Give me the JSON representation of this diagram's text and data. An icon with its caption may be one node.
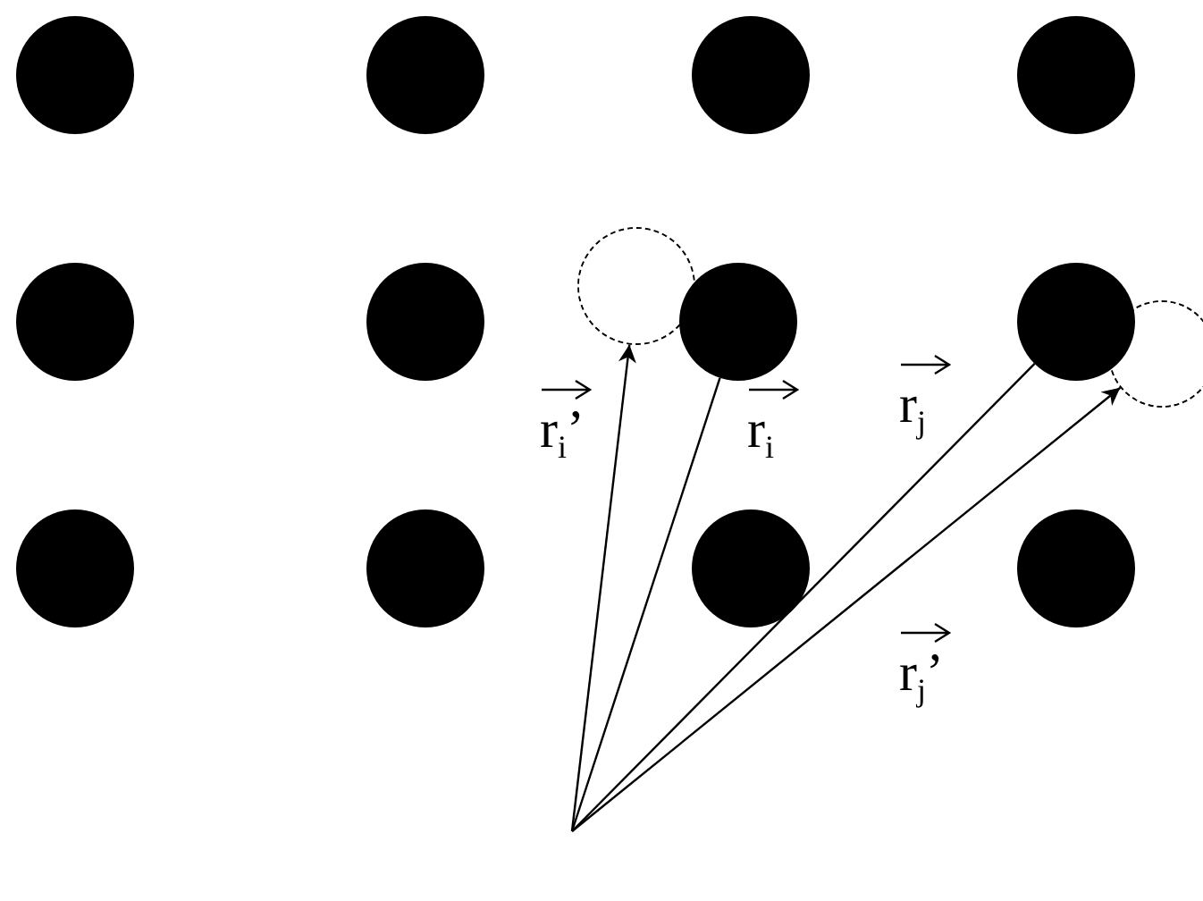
{
  "diagram": {
    "nodes": [
      {
        "text": [],
        "shape": "circle"
      },
      {
        "text": [],
        "shape": "circle"
      },
      {
        "text": [],
        "shape": "circle"
      },
      {
        "text": [],
        "shape": "circle"
      },
      {
        "text": [],
        "shape": "circle"
      },
      {
        "text": [],
        "shape": "circle"
      },
      {
        "text": [],
        "shape": "circle"
      },
      {
        "text": [],
        "shape": "circle"
      },
      {
        "text": [],
        "shape": "circle"
      },
      {
        "text": [],
        "shape": "circle"
      },
      {
        "text": [],
        "shape": "circle"
      },
      {
        "text": [],
        "shape": "circle"
      },
      {
        "text": [],
        "shape": "circle"
      },
      {
        "text": [],
        "shape": "circle"
      }
    ],
    "edges": [
      {
        "from": null,
        "to": 6,
        "arrow": "to"
      },
      {
        "from": null,
        "to": 7,
        "arrow": "none"
      },
      {
        "from": null,
        "to": 8,
        "arrow": "none"
      },
      {
        "from": null,
        "to": 9,
        "arrow": "to"
      }
    ],
    "labels": [
      "r$_{i}$’",
      "r$_{i}$",
      "r$_{j}$",
      "r$_{j}$’"
    ]
  }
}
